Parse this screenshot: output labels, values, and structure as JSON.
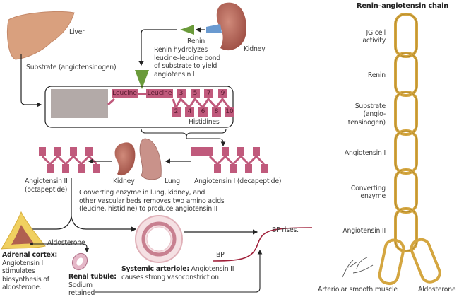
{
  "colors": {
    "peptide": "#c05a7c",
    "renin_enzyme": "#6a9a3a",
    "chain_gold": "#d4a640",
    "bp_curve": "#a0203a",
    "organ": "#b5655a",
    "liver": "#d9a07e"
  },
  "labels": {
    "liver": "Liver",
    "substrate": "Substrate (angiotensinogen)",
    "renin": "Renin",
    "kidney_top": "Kidney",
    "renin_desc": [
      "Renin hydrolyzes",
      "leucine–leucine bond",
      "of substrate to yield",
      "angiotensin I"
    ],
    "leucine1": "Leucine",
    "leucine2": "Leucine",
    "residues_top": [
      "3",
      "5",
      "7",
      "9"
    ],
    "residues_bottom": [
      "2",
      "4",
      "6",
      "8",
      "10"
    ],
    "histidines": "Histidines",
    "angiotensin_i": "Angiotensin I (decapeptide)",
    "kidney_mid": "Kidney",
    "lung": "Lung",
    "angiotensin_ii": [
      "Angiotensin II",
      "(octapeptide)"
    ],
    "converting_desc": [
      "Converting enzyme in lung, kidney, and",
      "other vascular beds removes two amino acids",
      "(leucine, histidine) to produce angiotensin II"
    ],
    "aldosterone_arrow": "Aldosterone",
    "adrenal_title": "Adrenal cortex",
    "adrenal_desc": [
      "Angiotensin II",
      "stimulates",
      "biosynthesis of",
      "aldosterone."
    ],
    "renal_title": "Renal tubule",
    "renal_desc": [
      "Sodium",
      "retained"
    ],
    "arteriole_title": "Systemic arteriole",
    "arteriole_desc1": " Angiotensin II",
    "arteriole_desc2": "causes strong vasoconstriction.",
    "bp": "BP",
    "bp_rises": "BP rises."
  },
  "chain": {
    "title": "Renin–angiotensin chain",
    "link_lines": [
      [
        "JG cell",
        "activity"
      ],
      [
        "Renin"
      ],
      [
        "Substrate",
        "(angio-",
        "tensinogen)"
      ],
      [
        "Angiotensin I"
      ],
      [
        "Converting",
        "enzyme"
      ],
      [
        "Angiotensin II"
      ]
    ],
    "branches": [
      "Arteriolar smooth muscle",
      "Aldosterone"
    ],
    "signature": "F. Netter M.D."
  }
}
